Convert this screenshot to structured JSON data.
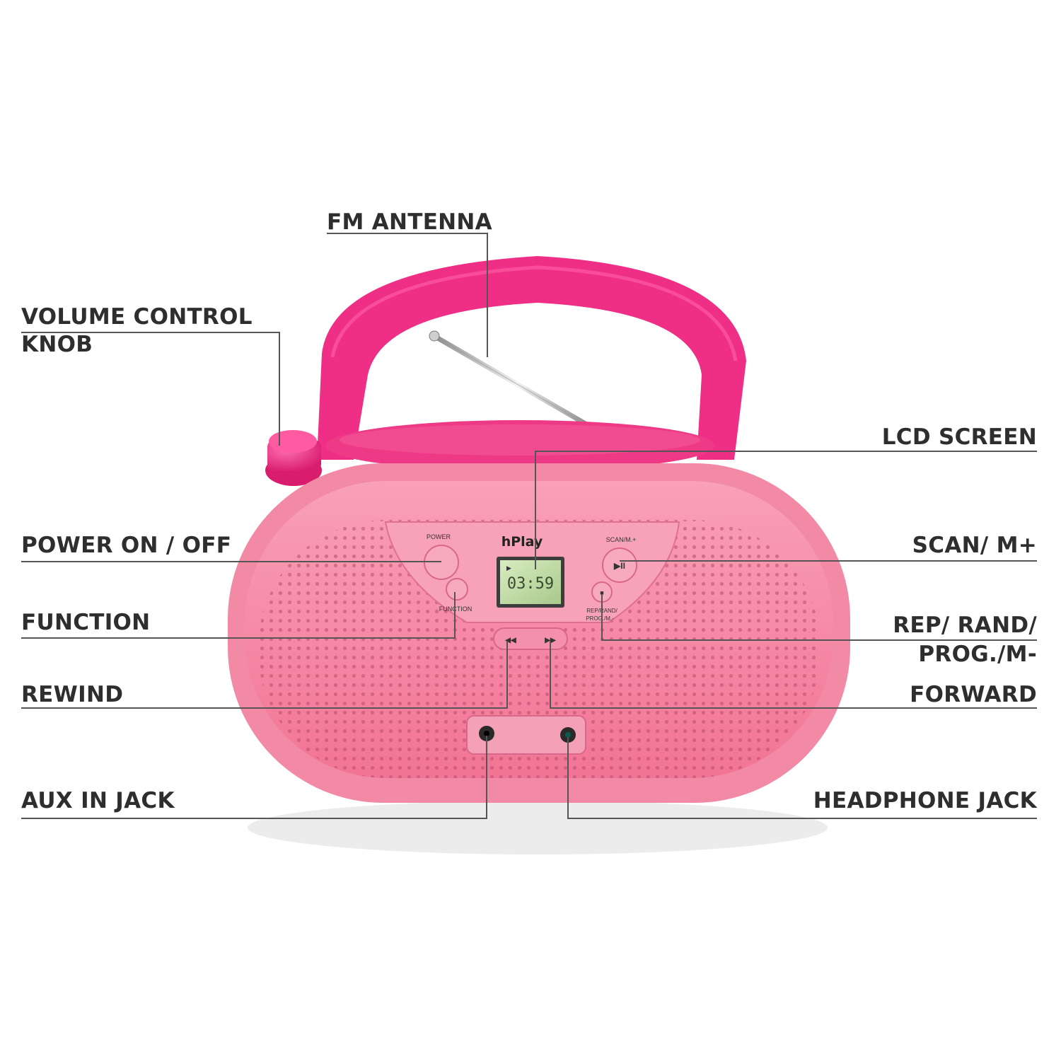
{
  "callouts": {
    "fm_antenna": "FM ANTENNA",
    "volume_line1": "VOLUME CONTROL",
    "volume_line2": "KNOB",
    "lcd_screen": "LCD SCREEN",
    "power": "POWER ON / OFF",
    "scan": "SCAN/ M+",
    "function": "FUNCTION",
    "rep_line1": "REP/ RAND/",
    "rep_line2": "PROG./M-",
    "rewind": "REWIND",
    "forward": "FORWARD",
    "aux": "AUX IN JACK",
    "headphone": "HEADPHONE JACK"
  },
  "panel": {
    "brand": "hPlay",
    "power_label": "POWER",
    "function_label": "FUNCTION",
    "scan_label": "SCAN/M.+",
    "rep_label_1": "REP/RAND/",
    "rep_label_2": "PROG./M.-",
    "lcd_time": "03:59",
    "play_pause_glyph": "▶II",
    "stop_glyph": "■",
    "rewind_glyph": "◀◀",
    "forward_glyph": "▶▶",
    "play_indicator": "▶"
  },
  "colors": {
    "handle": "#ef2f86",
    "body": "#f47c9c",
    "lid": "#ee3a86",
    "lcd": "#c6e0a8",
    "leader_line": "#555555"
  }
}
